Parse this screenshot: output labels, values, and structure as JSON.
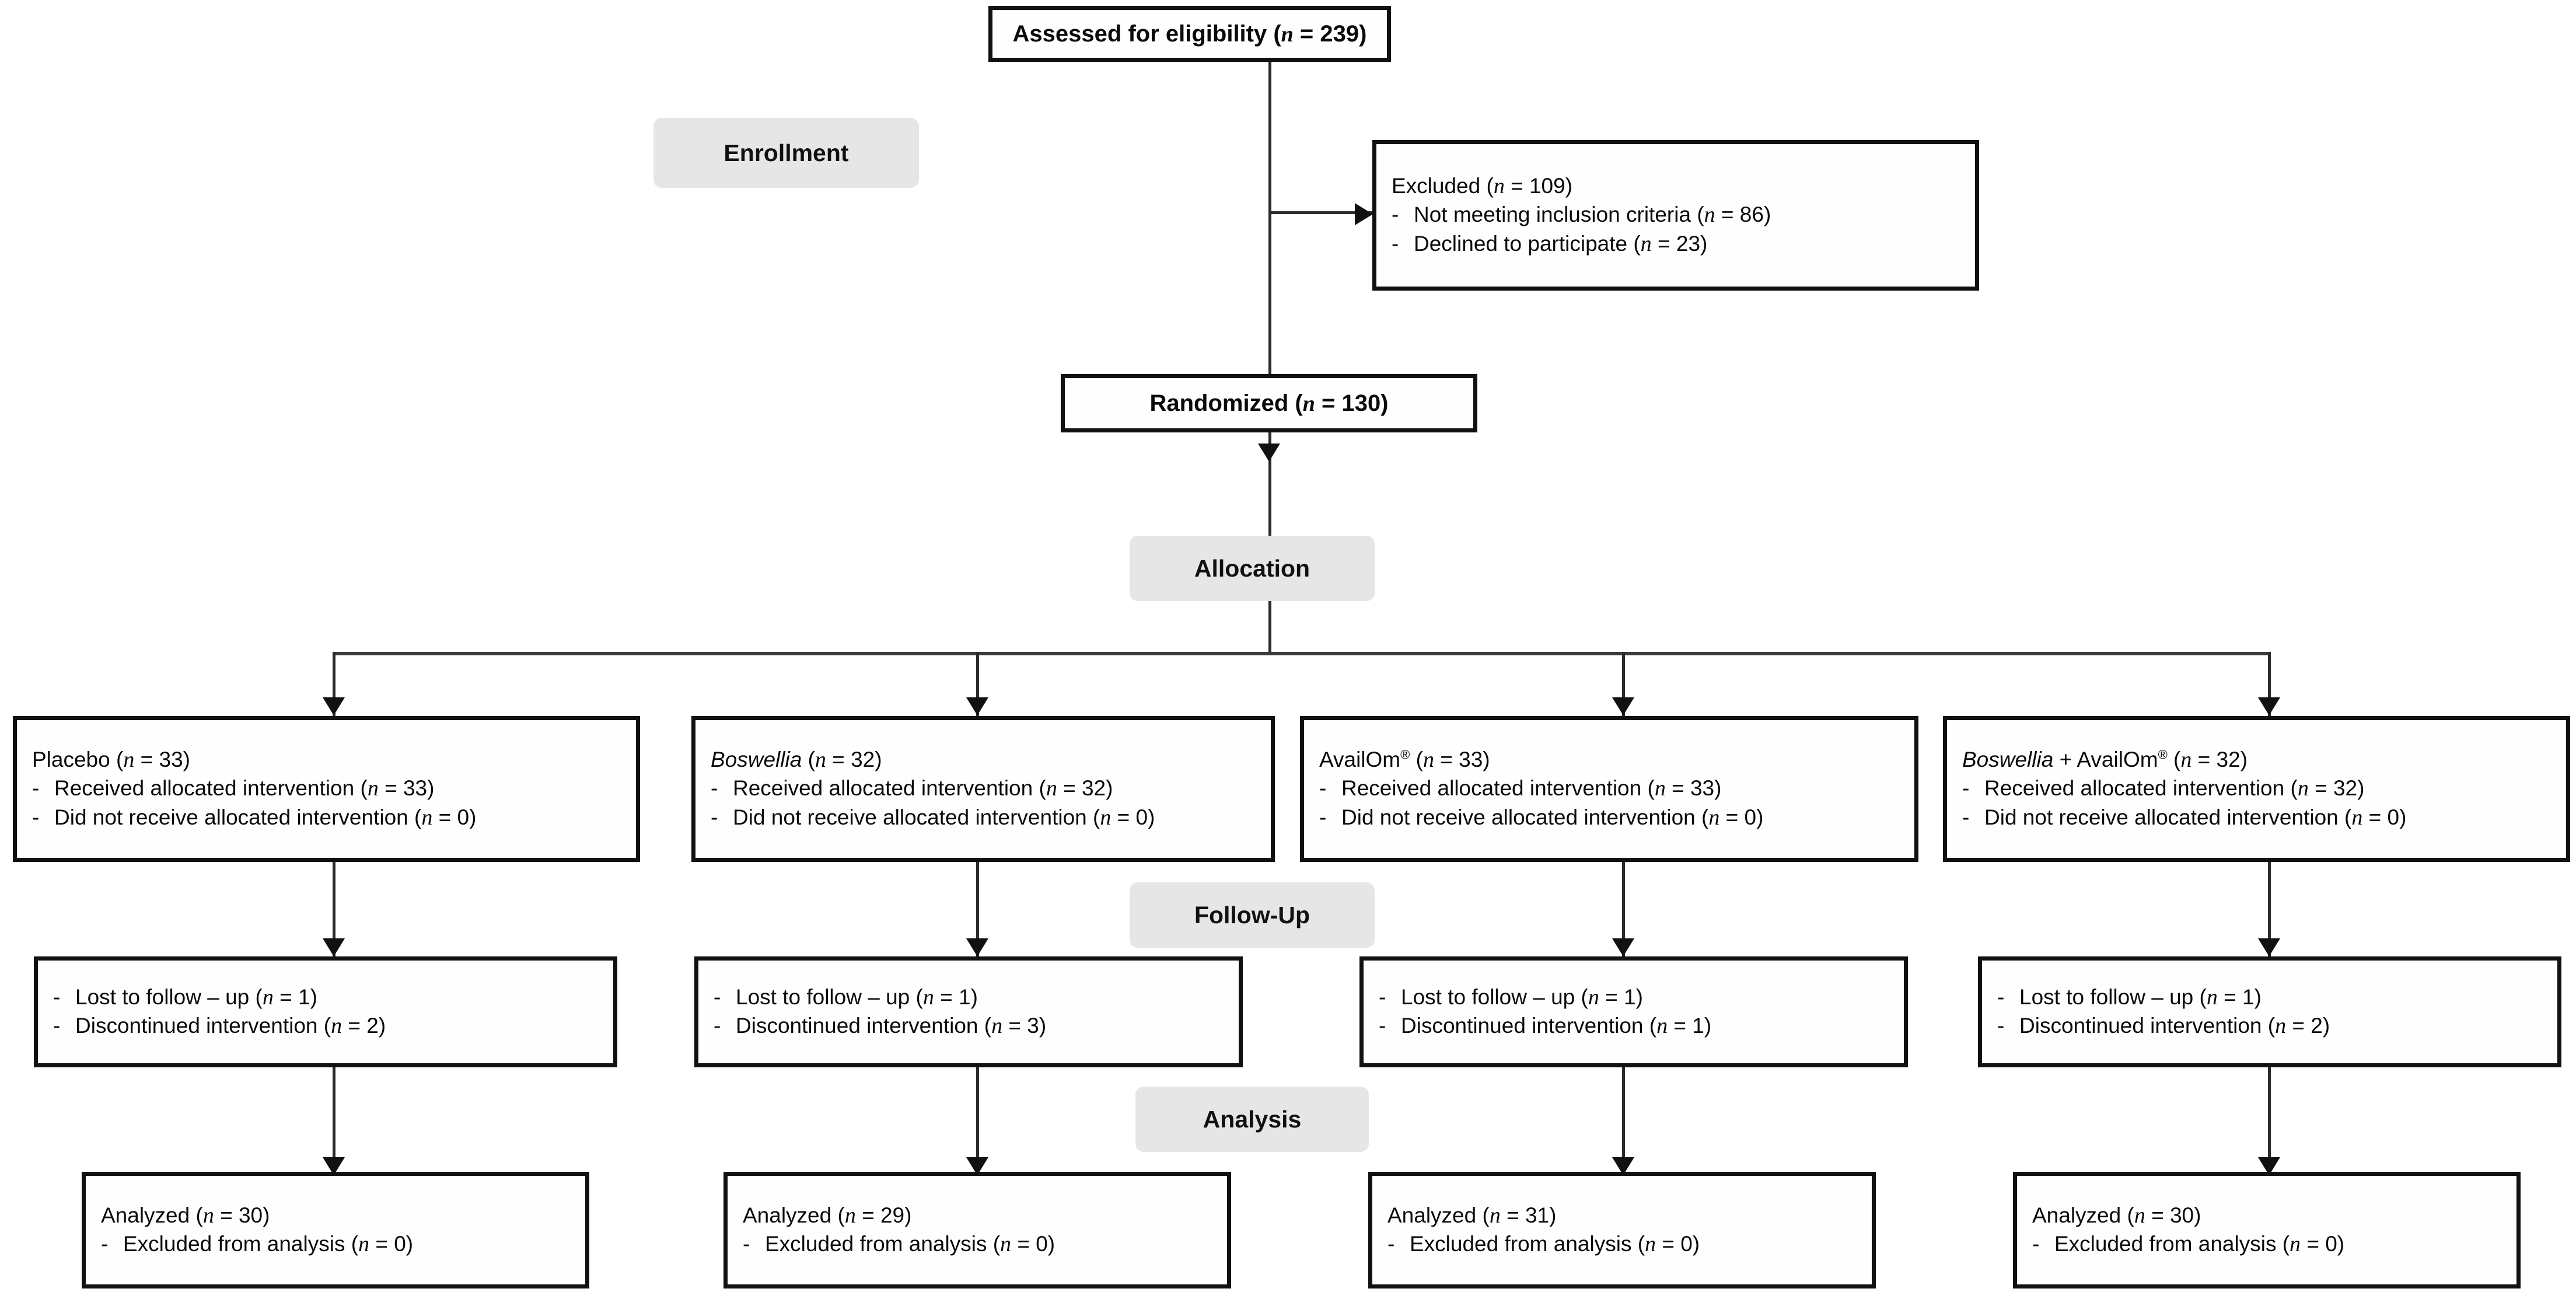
{
  "diagram": {
    "type": "CONSORT participant flow diagram",
    "stage_labels": [
      {
        "id": "enrollment",
        "label": "Enrollment"
      },
      {
        "id": "allocation",
        "label": "Allocation"
      },
      {
        "id": "followup",
        "label": "Follow-Up"
      },
      {
        "id": "analysis",
        "label": "Analysis"
      }
    ],
    "enrollment": {
      "assessed": {
        "text_before": "Assessed for eligibility (",
        "n_symbol": "n",
        "text_after": " = 239)"
      },
      "excluded": {
        "header": {
          "text_before": "Excluded (",
          "n_symbol": "n",
          "text_after": " = 109)"
        },
        "items": [
          {
            "dash": "-",
            "text_before": "Not meeting inclusion criteria (",
            "n_symbol": "n",
            "text_after": " = 86)"
          },
          {
            "dash": "-",
            "text_before": "Declined to participate (",
            "n_symbol": "n",
            "text_after": " = 23)"
          }
        ]
      },
      "randomized": {
        "text_before": "Randomized (",
        "n_symbol": "n",
        "text_after": " = 130)"
      }
    },
    "arms": [
      {
        "id": "placebo",
        "allocation": {
          "name_plain": "Placebo",
          "name_italic": "",
          "registered": false,
          "n_symbol": "n",
          "n_suffix": " = 33)",
          "items": [
            {
              "dash": "-",
              "text_before": "Received allocated intervention (",
              "n_symbol": "n",
              "text_after": " = 33)"
            },
            {
              "dash": "-",
              "text_before": "Did not receive allocated intervention (",
              "n_symbol": "n",
              "text_after": " = 0)"
            }
          ]
        },
        "followup": {
          "items": [
            {
              "dash": "-",
              "text_before": "Lost to follow – up (",
              "n_symbol": "n",
              "text_after": " = 1)"
            },
            {
              "dash": "-",
              "text_before": "Discontinued intervention (",
              "n_symbol": "n",
              "text_after": " = 2)"
            }
          ]
        },
        "analysis": {
          "header": {
            "text_before": "Analyzed (",
            "n_symbol": "n",
            "text_after": " = 30)"
          },
          "items": [
            {
              "dash": "-",
              "text_before": "Excluded from analysis (",
              "n_symbol": "n",
              "text_after": " = 0)"
            }
          ]
        }
      },
      {
        "id": "boswellia",
        "allocation": {
          "name_plain": "",
          "name_italic": "Boswellia",
          "registered": false,
          "n_symbol": "n",
          "n_suffix": " = 32)",
          "items": [
            {
              "dash": "-",
              "text_before": "Received allocated intervention (",
              "n_symbol": "n",
              "text_after": " = 32)"
            },
            {
              "dash": "-",
              "text_before": "Did not receive allocated intervention (",
              "n_symbol": "n",
              "text_after": " = 0)"
            }
          ]
        },
        "followup": {
          "items": [
            {
              "dash": "-",
              "text_before": "Lost to follow – up (",
              "n_symbol": "n",
              "text_after": " = 1)"
            },
            {
              "dash": "-",
              "text_before": "Discontinued intervention (",
              "n_symbol": "n",
              "text_after": " = 3)"
            }
          ]
        },
        "analysis": {
          "header": {
            "text_before": "Analyzed (",
            "n_symbol": "n",
            "text_after": " = 29)"
          },
          "items": [
            {
              "dash": "-",
              "text_before": "Excluded from analysis (",
              "n_symbol": "n",
              "text_after": " = 0)"
            }
          ]
        }
      },
      {
        "id": "availom",
        "allocation": {
          "name_plain": "AvailOm",
          "name_italic": "",
          "registered": true,
          "n_symbol": "n",
          "n_suffix": " = 33)",
          "items": [
            {
              "dash": "-",
              "text_before": "Received allocated intervention (",
              "n_symbol": "n",
              "text_after": " = 33)"
            },
            {
              "dash": "-",
              "text_before": "Did not receive allocated intervention (",
              "n_symbol": "n",
              "text_after": " = 0)"
            }
          ]
        },
        "followup": {
          "items": [
            {
              "dash": "-",
              "text_before": "Lost to follow – up (",
              "n_symbol": "n",
              "text_after": " = 1)"
            },
            {
              "dash": "-",
              "text_before": "Discontinued intervention (",
              "n_symbol": "n",
              "text_after": " = 1)"
            }
          ]
        },
        "analysis": {
          "header": {
            "text_before": "Analyzed (",
            "n_symbol": "n",
            "text_after": " = 31)"
          },
          "items": [
            {
              "dash": "-",
              "text_before": "Excluded from analysis (",
              "n_symbol": "n",
              "text_after": " = 0)"
            }
          ]
        }
      },
      {
        "id": "boswellia-availom",
        "allocation": {
          "name_plain": " + AvailOm",
          "name_italic": "Boswellia",
          "registered": true,
          "n_symbol": "n",
          "n_suffix": " = 32)",
          "items": [
            {
              "dash": "-",
              "text_before": "Received allocated intervention (",
              "n_symbol": "n",
              "text_after": " = 32)"
            },
            {
              "dash": "-",
              "text_before": "Did not receive allocated intervention (",
              "n_symbol": "n",
              "text_after": " = 0)"
            }
          ]
        },
        "followup": {
          "items": [
            {
              "dash": "-",
              "text_before": "Lost to follow – up (",
              "n_symbol": "n",
              "text_after": " = 1)"
            },
            {
              "dash": "-",
              "text_before": "Discontinued intervention (",
              "n_symbol": "n",
              "text_after": " = 2)"
            }
          ]
        },
        "analysis": {
          "header": {
            "text_before": "Analyzed (",
            "n_symbol": "n",
            "text_after": " = 30)"
          },
          "items": [
            {
              "dash": "-",
              "text_before": "Excluded from analysis (",
              "n_symbol": "n",
              "text_after": " = 0)"
            }
          ]
        }
      }
    ],
    "colors": {
      "box_border": "#111111",
      "box_fill": "#fefefe",
      "pill_fill": "#e6e6e6",
      "connector": "#2b2b2b",
      "text": "#0a0a0a"
    }
  }
}
